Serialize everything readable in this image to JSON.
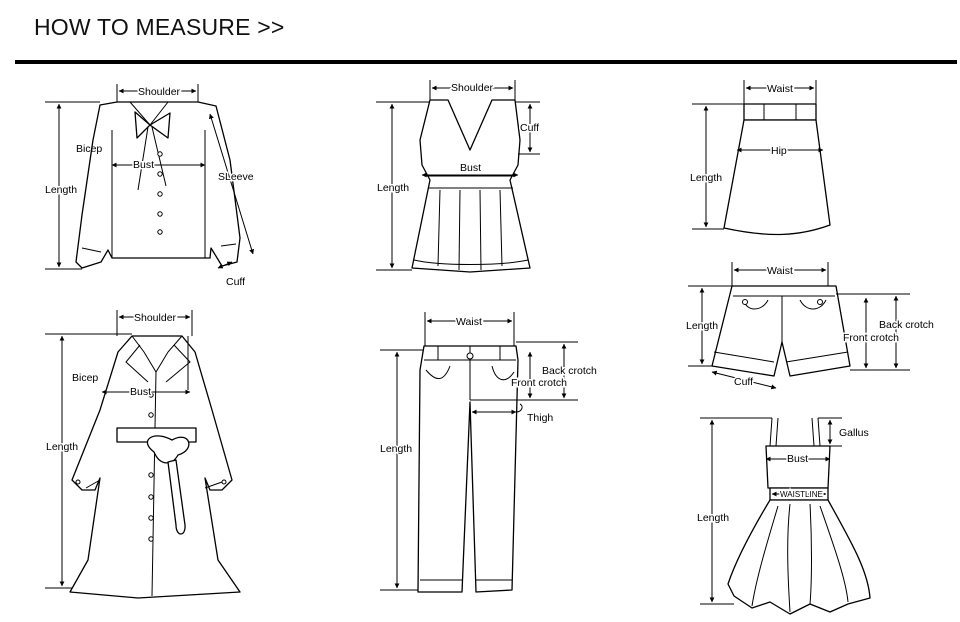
{
  "header": {
    "title": "HOW TO MEASURE >>"
  },
  "labels": {
    "shirt": {
      "shoulder": "Shoulder",
      "bicep": "Bicep",
      "bust": "Bust",
      "length": "Length",
      "sleeve": "SLeeve",
      "cuff": "Cuff"
    },
    "coat": {
      "shoulder": "Shoulder",
      "bicep": "Bicep",
      "bust": "Bust",
      "length": "Length"
    },
    "vest": {
      "shoulder": "Shoulder",
      "cuff": "Cuff",
      "bust": "Bust",
      "length": "Length"
    },
    "pants": {
      "waist": "Waist",
      "back_crotch": "Back crotch",
      "front_crotch": "Front crotch",
      "thigh": "Thigh",
      "length": "Length"
    },
    "skirt": {
      "waist": "Waist",
      "hip": "Hip",
      "length": "Length"
    },
    "shorts": {
      "waist": "Waist",
      "length": "Length",
      "back_crotch": "Back crotch",
      "front_crotch": "Front crotch",
      "cuff": "Cuff"
    },
    "dress": {
      "gallus": "Gallus",
      "bust": "Bust",
      "waistline": "WAISTLINE",
      "length": "Length"
    }
  }
}
